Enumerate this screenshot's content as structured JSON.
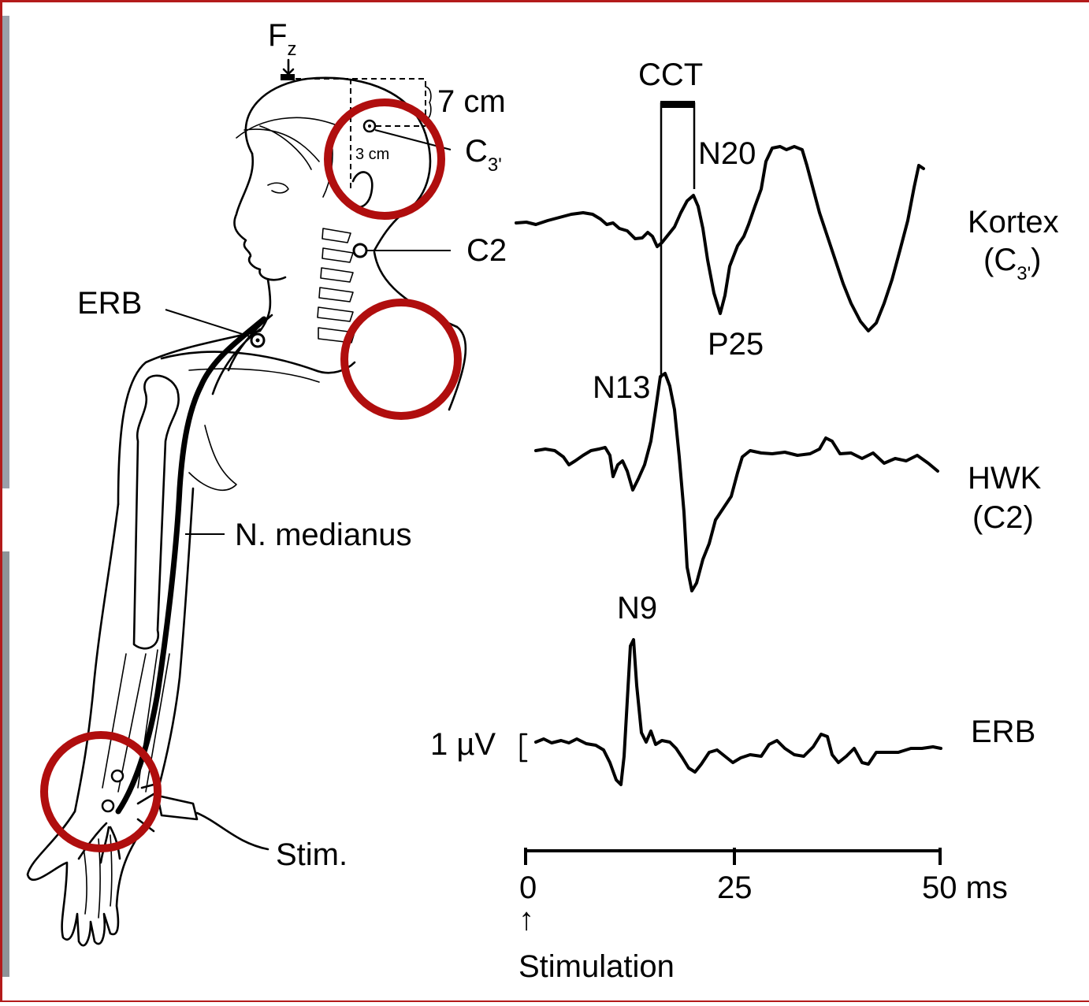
{
  "electrodes": {
    "fz": {
      "main": "F",
      "sub": "z"
    },
    "c3": {
      "main": "C",
      "sub": "3'"
    },
    "c2": "C2",
    "erb": "ERB",
    "stim": "Stim."
  },
  "measurements": {
    "height": "7 cm",
    "offset": "3 cm"
  },
  "nerve_label": "N. medianus",
  "waveforms": {
    "cct": "CCT",
    "kortex": {
      "peaks": [
        "N20",
        "P25"
      ],
      "name_line1": "Kortex",
      "name_line2_main": "(C",
      "name_line2_sub": "3'",
      "name_line2_end": ")"
    },
    "hwk": {
      "peak": "N13",
      "name_line1": "HWK",
      "name_line2": "(C2)"
    },
    "erb": {
      "peak": "N9",
      "name": "ERB",
      "scale": "1 µV"
    }
  },
  "time_axis": {
    "ticks": [
      "0",
      "25",
      "50 ms"
    ],
    "arrow": "↑",
    "caption": "Stimulation"
  },
  "highlight_color": "#b00e0e"
}
